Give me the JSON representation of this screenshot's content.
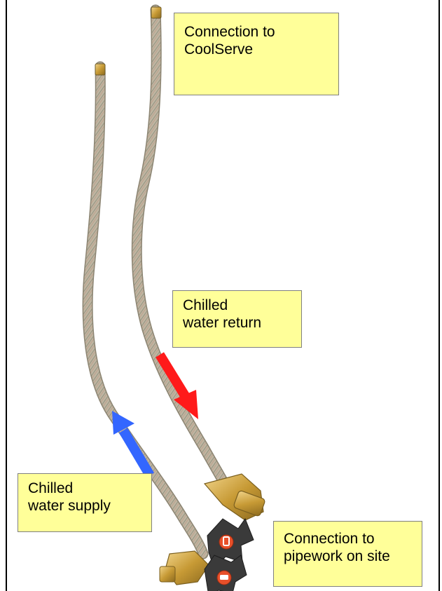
{
  "labels": {
    "coolserve": "Connection to\nCoolServe",
    "return": "Chilled\nwater return",
    "supply": "Chilled\nwater supply",
    "pipework": "Connection to\npipework on site"
  },
  "colors": {
    "label_bg": "#ffff99",
    "return_arrow": "#ff1a1a",
    "supply_arrow": "#3366ff",
    "hose": "#b9b29f",
    "brass": "#c9a23a",
    "handle": "#3a3a3a",
    "knob": "#e8502a"
  },
  "icons": [
    "return-flow-arrow",
    "supply-flow-arrow",
    "valve-handle"
  ]
}
